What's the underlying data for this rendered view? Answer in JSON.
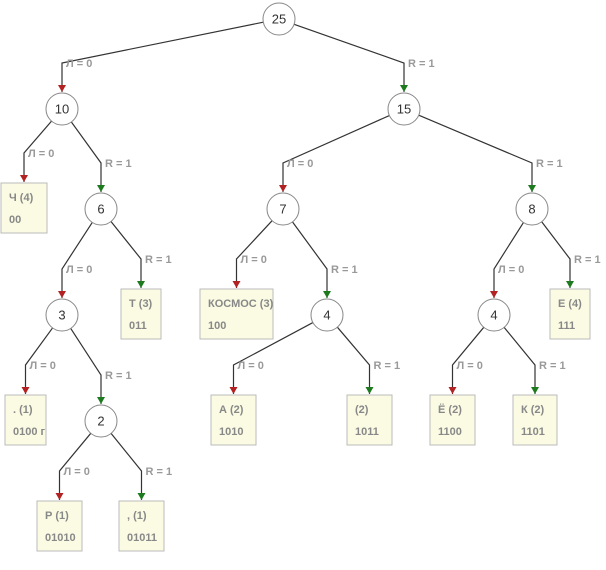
{
  "colors": {
    "left_arrow": "#b22222",
    "right_arrow": "#1e7a1e"
  },
  "edge_labels": {
    "left": "Л = 0",
    "right": "R = 1"
  },
  "nodes": [
    {
      "id": "n25",
      "type": "internal",
      "weight": "25"
    },
    {
      "id": "n10",
      "type": "internal",
      "weight": "10",
      "parent": "n25",
      "side": "left"
    },
    {
      "id": "n15",
      "type": "internal",
      "weight": "15",
      "parent": "n25",
      "side": "right"
    },
    {
      "id": "lCh",
      "type": "leaf",
      "symbol": "Ч (4)",
      "code": "00",
      "parent": "n10",
      "side": "left"
    },
    {
      "id": "n6",
      "type": "internal",
      "weight": "6",
      "parent": "n10",
      "side": "right"
    },
    {
      "id": "n7",
      "type": "internal",
      "weight": "7",
      "parent": "n15",
      "side": "left"
    },
    {
      "id": "n8",
      "type": "internal",
      "weight": "8",
      "parent": "n15",
      "side": "right"
    },
    {
      "id": "n3",
      "type": "internal",
      "weight": "3",
      "parent": "n6",
      "side": "left"
    },
    {
      "id": "lT",
      "type": "leaf",
      "symbol": "Т (3)",
      "code": "011",
      "parent": "n6",
      "side": "right"
    },
    {
      "id": "lKosmos",
      "type": "leaf",
      "symbol": "КОСМОС (3)",
      "code": "100",
      "parent": "n7",
      "side": "left"
    },
    {
      "id": "n4a",
      "type": "internal",
      "weight": "4",
      "parent": "n7",
      "side": "right"
    },
    {
      "id": "n4b",
      "type": "internal",
      "weight": "4",
      "parent": "n8",
      "side": "left"
    },
    {
      "id": "lE",
      "type": "leaf",
      "symbol": "Е (4)",
      "code": "111",
      "parent": "n8",
      "side": "right"
    },
    {
      "id": "lDot",
      "type": "leaf",
      "symbol": ". (1)",
      "code": "0100 г",
      "parent": "n3",
      "side": "left"
    },
    {
      "id": "n2",
      "type": "internal",
      "weight": "2",
      "parent": "n3",
      "side": "right"
    },
    {
      "id": "lA",
      "type": "leaf",
      "symbol": "А (2)",
      "code": "1010",
      "parent": "n4a",
      "side": "left"
    },
    {
      "id": "lSpace",
      "type": "leaf",
      "symbol": "(2)",
      "code": "1011",
      "parent": "n4a",
      "side": "right"
    },
    {
      "id": "lYo",
      "type": "leaf",
      "symbol": "Ё (2)",
      "code": "1100",
      "parent": "n4b",
      "side": "left"
    },
    {
      "id": "lK",
      "type": "leaf",
      "symbol": "К (2)",
      "code": "1101",
      "parent": "n4b",
      "side": "right"
    },
    {
      "id": "lR",
      "type": "leaf",
      "symbol": "Р (1)",
      "code": "01010",
      "parent": "n2",
      "side": "left"
    },
    {
      "id": "lComma",
      "type": "leaf",
      "symbol": ", (1)",
      "code": "01011",
      "parent": "n2",
      "side": "right"
    }
  ]
}
